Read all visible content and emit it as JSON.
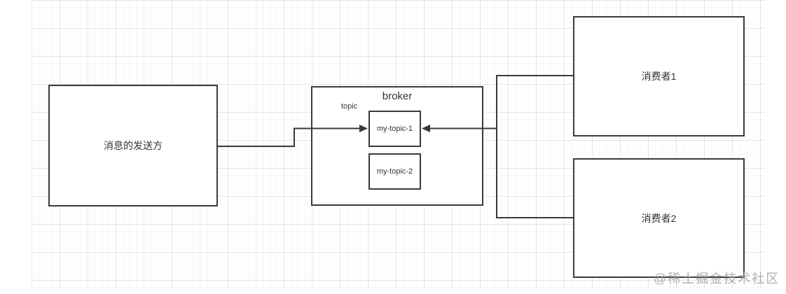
{
  "diagram": {
    "sender": {
      "label": "消息的发送方"
    },
    "broker": {
      "title": "broker",
      "topic_label": "topic",
      "topics": [
        {
          "label": "my-topic-1"
        },
        {
          "label": "my-topic-2"
        }
      ]
    },
    "consumers": [
      {
        "label": "消费者1"
      },
      {
        "label": "消费者2"
      }
    ],
    "edges": [
      {
        "from": "消息的发送方",
        "to": "my-topic-1",
        "direction": "arrow-into-left-side"
      },
      {
        "from": "消费者1",
        "to": "my-topic-1",
        "direction": "arrow-into-right-side"
      },
      {
        "from": "消费者2",
        "to": "my-topic-1",
        "direction": "arrow-into-right-side"
      }
    ],
    "watermark": "@稀土掘金技术社区",
    "colors": {
      "stroke": "#3a3a3a",
      "node_fill": "#ffffff",
      "text": "#333333",
      "watermark": "#9b9b9b",
      "grid_major": "#ececec",
      "grid_minor": "#f6f6f6",
      "background": "#ffffff"
    }
  }
}
